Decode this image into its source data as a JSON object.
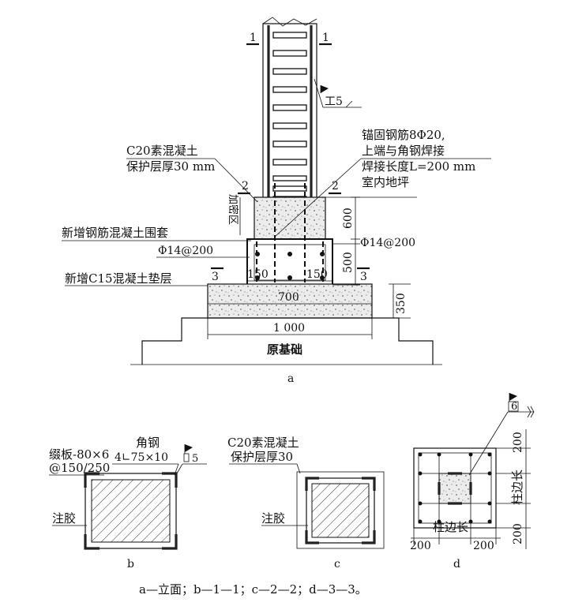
{
  "elevation": {
    "section_mark_1": "1",
    "weld_top": "工5",
    "anchor_bars_line1": "锚固钢筋8Φ20,",
    "anchor_bars_line2": "上端与角钢焊接",
    "weld_length": "焊接长度L=200 mm",
    "indoor_floor": "室内地坪",
    "c20_line1": "C20素混凝土",
    "c20_line2": "保护层厚30 mm",
    "section_mark_2": "2",
    "densified_zone": "加密区",
    "new_jacket": "新增钢筋混凝土围套",
    "rebar_left": "Φ14@200",
    "rebar_right": "Φ14@200",
    "new_cushion": "新增C15混凝土垫层",
    "section_mark_3": "3",
    "dim_600": "600",
    "dim_500": "500",
    "dim_150_left": "150",
    "dim_150_right": "150",
    "dim_700": "700",
    "dim_350": "350",
    "dim_1000": "1 000",
    "original_foundation": "原基础",
    "sub_label": "a"
  },
  "section_b": {
    "batten": "缀板-80×6",
    "batten_spacing": "@150/250",
    "angle_title": "角钢",
    "angle_spec": "4∟75×10",
    "weld": "5",
    "grout": "注胶",
    "sub_label": "b"
  },
  "section_c": {
    "c20_line1": "C20素混凝土",
    "c20_line2": "保护层厚30",
    "grout": "注胶",
    "sub_label": "c"
  },
  "section_d": {
    "weld": "6",
    "dim_200_top": "200",
    "dim_200_bottom": "200",
    "dim_200_left": "200",
    "dim_200_right": "200",
    "col_side_v": "柱边长",
    "col_side_h": "柱边长",
    "sub_label": "d"
  },
  "caption": "a—立面；b—1—1；c—2—2；d—3—3。"
}
